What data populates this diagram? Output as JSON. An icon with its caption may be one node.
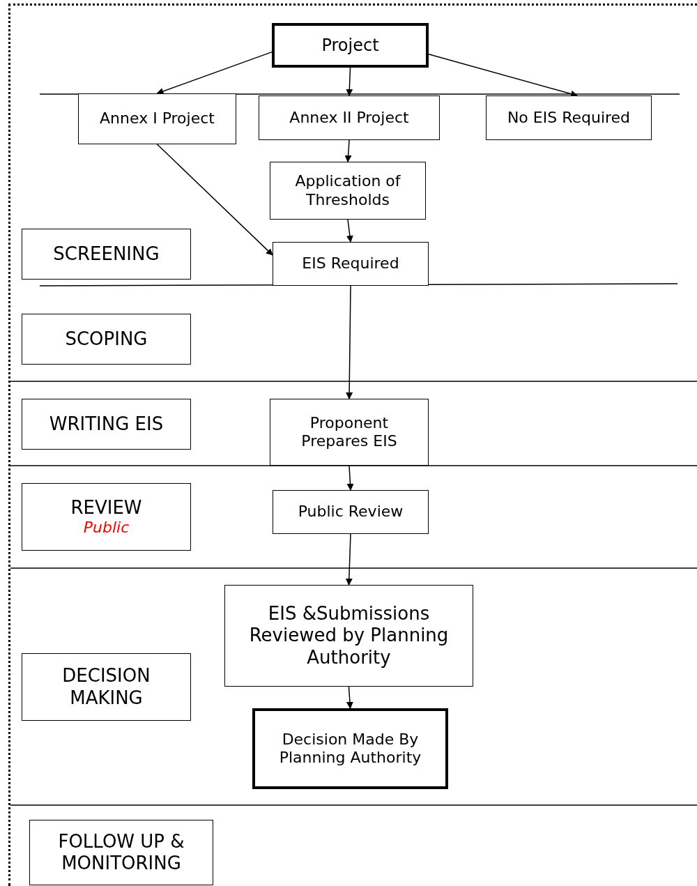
{
  "diagram": {
    "nodes": [
      {
        "text": [
          "Project"
        ]
      },
      {
        "text": [
          "Annex I Project"
        ]
      },
      {
        "text": [
          "Annex II Project"
        ]
      },
      {
        "text": [
          "No EIS Required"
        ]
      },
      {
        "text": [
          "Application of Thresholds"
        ]
      },
      {
        "text": [
          "SCREENING"
        ]
      },
      {
        "text": [
          "EIS Required"
        ]
      },
      {
        "text": [
          "SCOPING"
        ]
      },
      {
        "text": [
          "WRITING EIS"
        ]
      },
      {
        "text": [
          "Proponent Prepares EIS"
        ]
      },
      {
        "text": [
          "REVIEW",
          "Public"
        ]
      },
      {
        "text": [
          "Public Review"
        ]
      },
      {
        "text": [
          "EIS &Submissions Reviewed by Planning Authority"
        ]
      },
      {
        "text": [
          "DECISION MAKING"
        ]
      },
      {
        "text": [
          "Decision Made By Planning Authority"
        ]
      },
      {
        "text": [
          "FOLLOW UP & MONITORING"
        ]
      }
    ],
    "edges": [
      {
        "from": 0,
        "to": 1,
        "arrow": "to"
      },
      {
        "from": 0,
        "to": 2,
        "arrow": "to"
      },
      {
        "from": 0,
        "to": 3,
        "arrow": "to"
      },
      {
        "from": 2,
        "to": 4,
        "arrow": "to"
      },
      {
        "from": 1,
        "to": 6,
        "arrow": "to"
      },
      {
        "from": 4,
        "to": 6,
        "arrow": "to"
      },
      {
        "from": 6,
        "to": 9,
        "arrow": "to"
      },
      {
        "from": 9,
        "to": 11,
        "arrow": "to"
      },
      {
        "from": 11,
        "to": 12,
        "arrow": "to"
      },
      {
        "from": 12,
        "to": 14,
        "arrow": "to"
      }
    ]
  }
}
